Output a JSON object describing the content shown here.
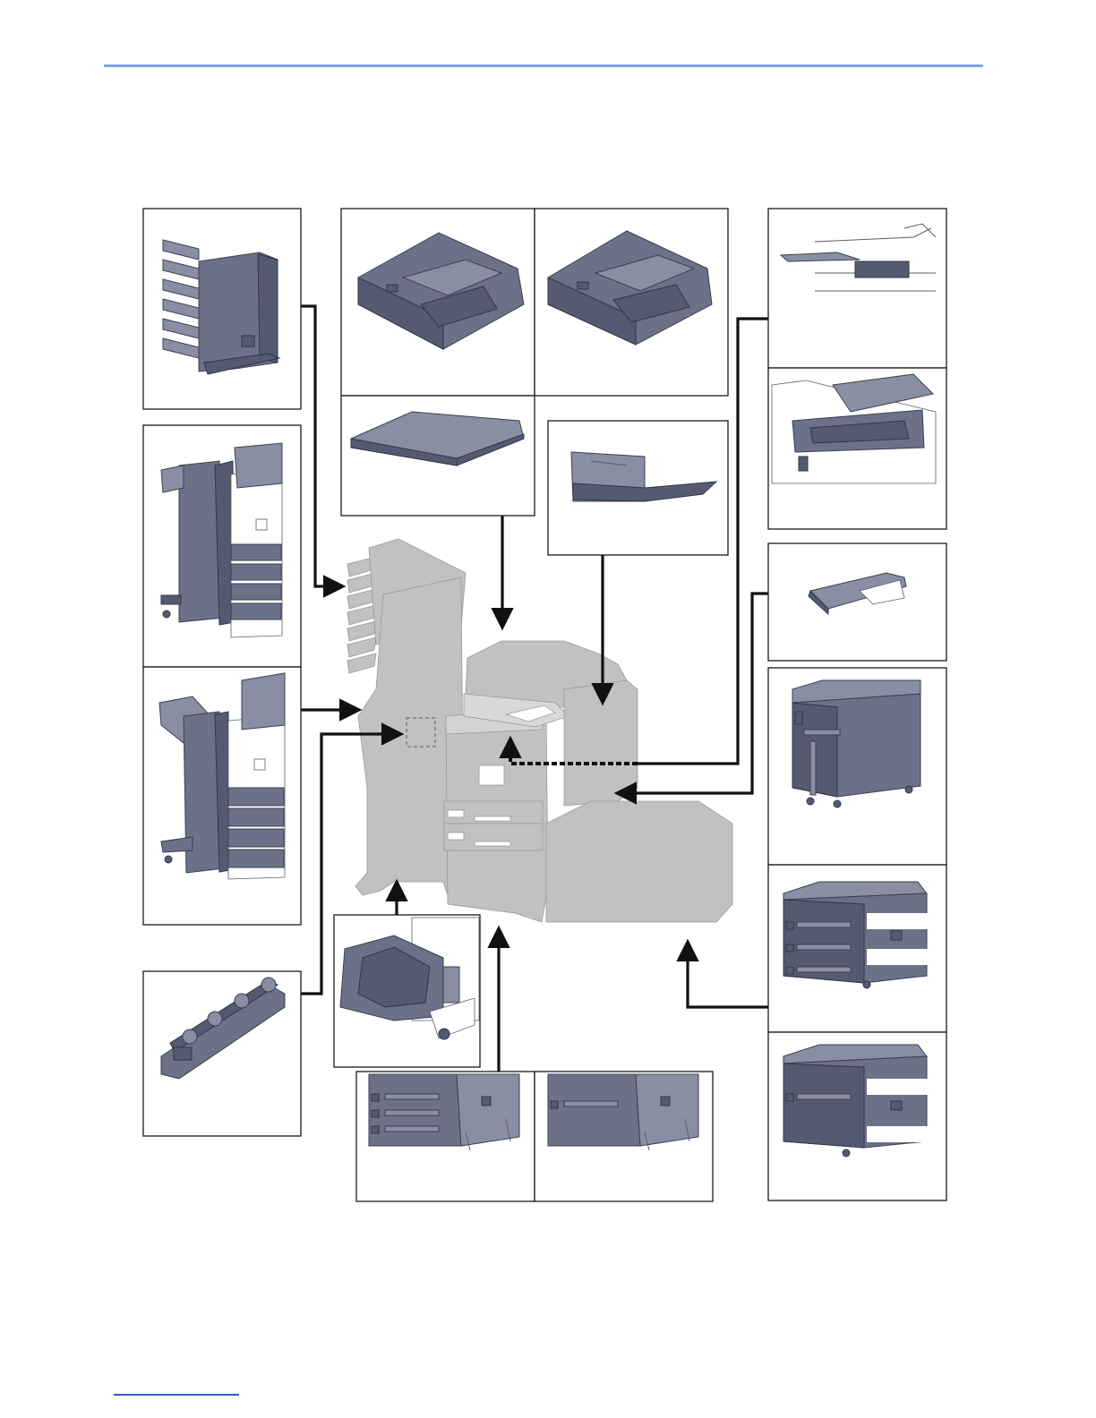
{
  "page": {
    "accent_color": "#7da4e4",
    "header_rule": "header-divider",
    "footer_link": "footer-link-underline"
  },
  "diagram": {
    "description_free": true,
    "silhouette_color": "#c1c1c1",
    "device_color": "#6d7188",
    "connector_color": "#111111",
    "options": [
      {
        "id": "mailbox",
        "icon": "mailbox-icon"
      },
      {
        "id": "finisher-1000",
        "icon": "finisher-icon"
      },
      {
        "id": "finisher-4000",
        "icon": "finisher-icon"
      },
      {
        "id": "punch-unit",
        "icon": "punch-unit-icon"
      },
      {
        "id": "dp-reverse",
        "icon": "document-processor-icon"
      },
      {
        "id": "dp-dual-scan",
        "icon": "document-processor-icon"
      },
      {
        "id": "platen-cover",
        "icon": "platen-cover-icon"
      },
      {
        "id": "multipurpose-tray",
        "icon": "tray-icon"
      },
      {
        "id": "job-separator",
        "icon": "job-separator-icon"
      },
      {
        "id": "right-tray",
        "icon": "right-tray-icon"
      },
      {
        "id": "bulk-feeder-small",
        "icon": "bulk-feeder-icon"
      },
      {
        "id": "side-feeder",
        "icon": "side-feeder-icon"
      },
      {
        "id": "paper-feeder-3",
        "icon": "paper-feeder-icon"
      },
      {
        "id": "paper-feeder-large",
        "icon": "paper-feeder-icon"
      },
      {
        "id": "folding-unit",
        "icon": "folding-unit-icon"
      },
      {
        "id": "cassette-pair",
        "icon": "cassette-icon"
      },
      {
        "id": "large-cassette",
        "icon": "cassette-icon"
      }
    ]
  }
}
